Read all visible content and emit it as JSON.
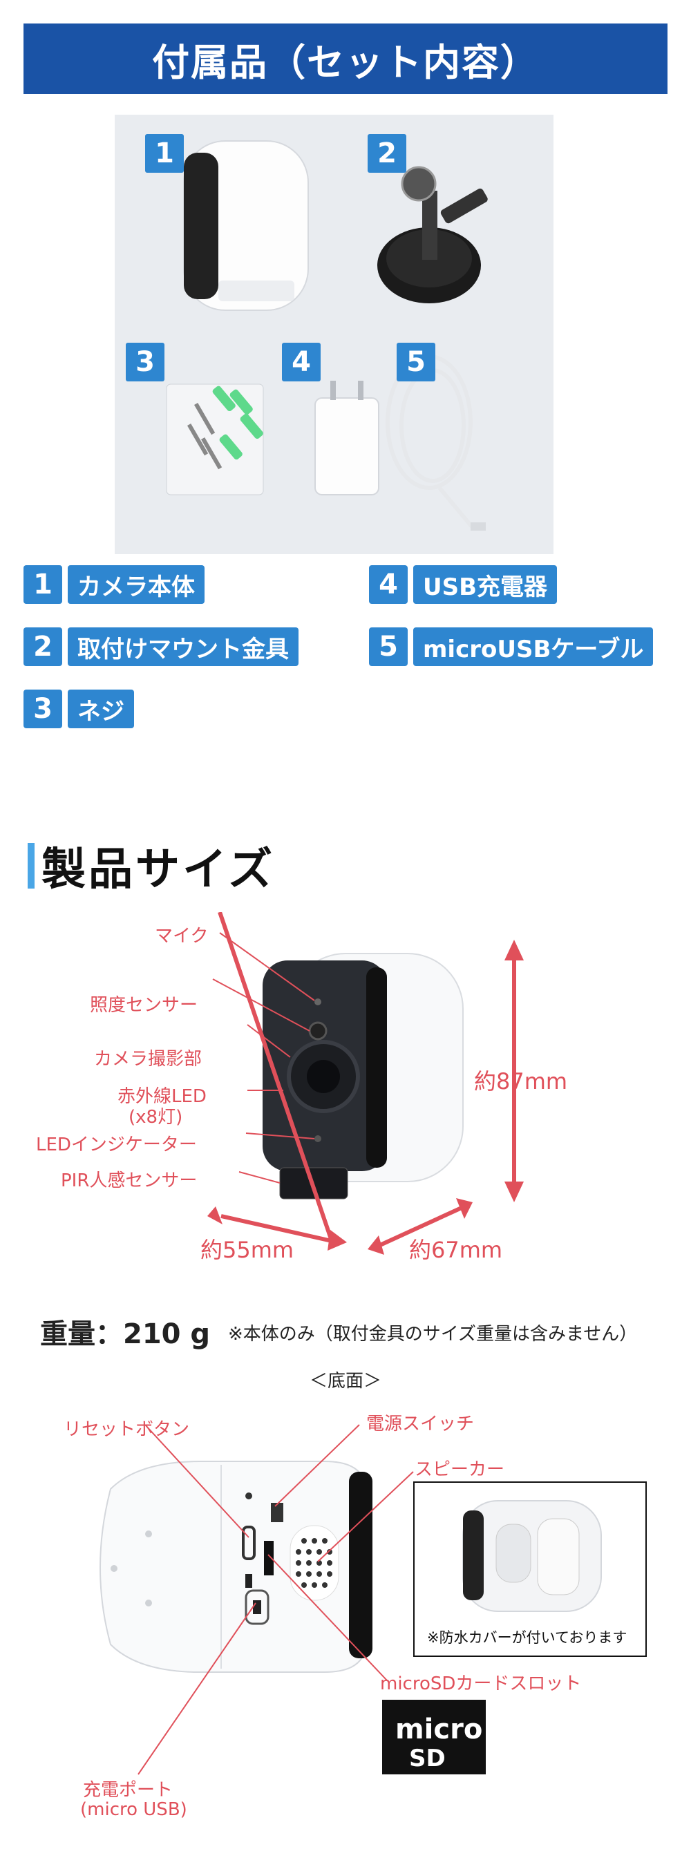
{
  "contents": {
    "header": "付属品（セット内容）",
    "photo_numbers": [
      "1",
      "2",
      "3",
      "4",
      "5"
    ],
    "items": [
      {
        "num": "1",
        "label": "カメラ本体"
      },
      {
        "num": "2",
        "label": "取付けマウント金具"
      },
      {
        "num": "3",
        "label": "ネジ"
      },
      {
        "num": "4",
        "label": "USB充電器"
      },
      {
        "num": "5",
        "label": "microUSBケーブル"
      }
    ]
  },
  "size": {
    "title": "製品サイズ",
    "callouts": {
      "mic": "マイク",
      "light_sensor": "照度センサー",
      "camera": "カメラ撮影部",
      "ir_led": "赤外線LED",
      "ir_led_count": "(x8灯)",
      "led_indicator": "LEDインジケーター",
      "pir": "PIR人感センサー"
    },
    "height": "約87mm",
    "width": "約55mm",
    "depth": "約67mm"
  },
  "weight": {
    "label": "重量：210 g",
    "note": "※本体のみ（取付金具のサイズ重量は含みません）"
  },
  "bottom": {
    "title": "＜底面＞",
    "reset": "リセットボタン",
    "power": "電源スイッチ",
    "speaker": "スピーカー",
    "waterproof_note": "※防水カバーが付いております",
    "sd_slot": "microSDカードスロット",
    "sd_logo": "micro",
    "charge_port": "充電ポート",
    "charge_port_type": "(micro USB)"
  },
  "colors": {
    "banner": "#1a53a6",
    "badge": "#2e86d0",
    "callout": "#e0505a",
    "title_bar": "#4aa6e6"
  }
}
